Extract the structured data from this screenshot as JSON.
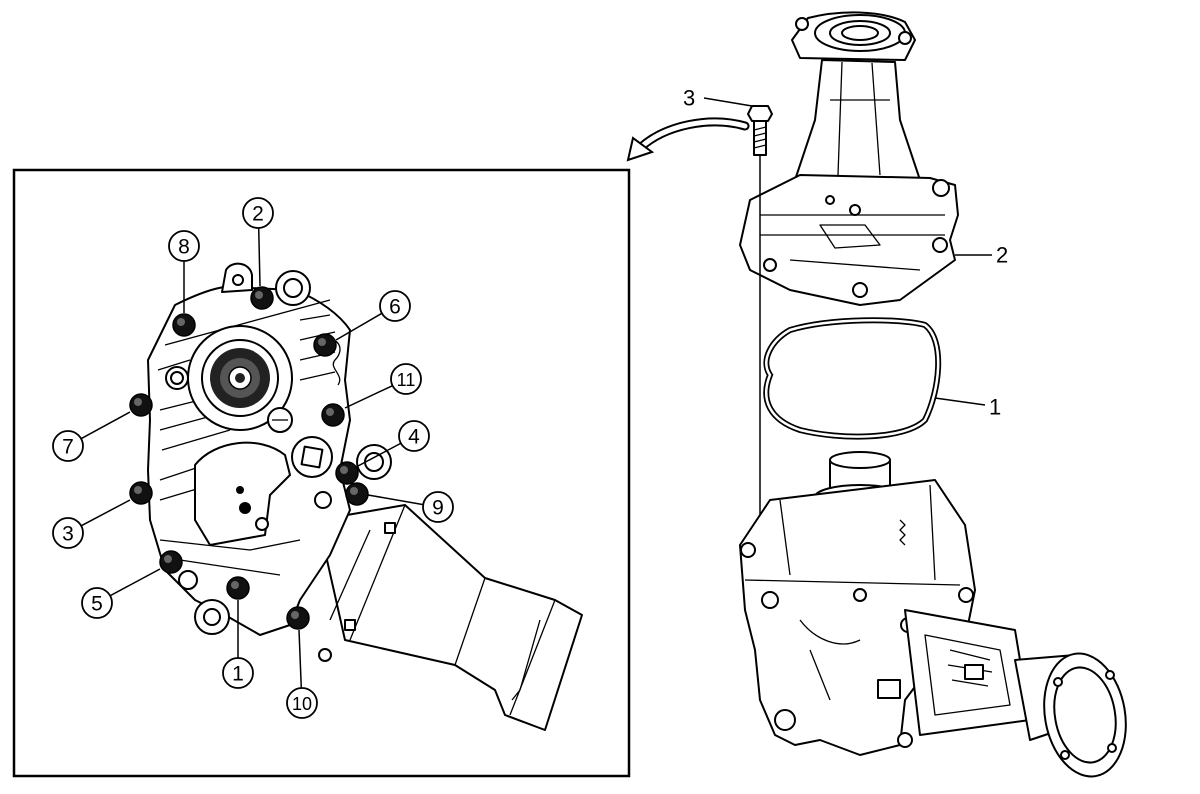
{
  "diagram": {
    "inset_callouts": [
      {
        "id": "bolt-8",
        "text": "8"
      },
      {
        "id": "bolt-2",
        "text": "2"
      },
      {
        "id": "bolt-6",
        "text": "6"
      },
      {
        "id": "bolt-11",
        "text": "11"
      },
      {
        "id": "bolt-7",
        "text": "7"
      },
      {
        "id": "bolt-4",
        "text": "4"
      },
      {
        "id": "bolt-9",
        "text": "9"
      },
      {
        "id": "bolt-3",
        "text": "3"
      },
      {
        "id": "bolt-5",
        "text": "5"
      },
      {
        "id": "bolt-1",
        "text": "1"
      },
      {
        "id": "bolt-10",
        "text": "10"
      }
    ],
    "part_labels": [
      {
        "id": "part-bolt",
        "text": "3"
      },
      {
        "id": "part-cover",
        "text": "2"
      },
      {
        "id": "part-gasket",
        "text": "1"
      }
    ]
  }
}
